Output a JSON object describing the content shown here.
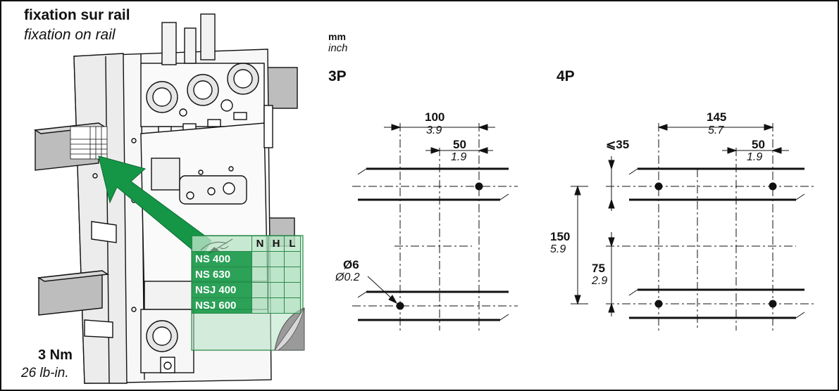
{
  "titles": {
    "fr": "fixation sur rail",
    "en": "fixation on rail"
  },
  "units": {
    "metric": "mm",
    "imperial": "inch"
  },
  "torque": {
    "metric": "3 Nm",
    "imperial": "26 lb-in."
  },
  "labels": {
    "p3": "3P",
    "p4": "4P"
  },
  "dims3p": {
    "d100": "100",
    "d100i": "3.9",
    "d50": "50",
    "d50i": "1.9",
    "hole": "Ø6",
    "holei": "Ø0.2"
  },
  "dims4p": {
    "d145": "145",
    "d145i": "5.7",
    "d50": "50",
    "d50i": "1.9",
    "d35": "⩽35",
    "d150": "150",
    "d150i": "5.9",
    "d75": "75",
    "d75i": "2.9"
  },
  "table": {
    "headers": [
      "N",
      "H",
      "L"
    ],
    "rows": [
      "NS 400",
      "NS 630",
      "NSJ 400",
      "NSJ 600"
    ]
  },
  "colors": {
    "accent_green": "#149646",
    "line": "#111111"
  }
}
